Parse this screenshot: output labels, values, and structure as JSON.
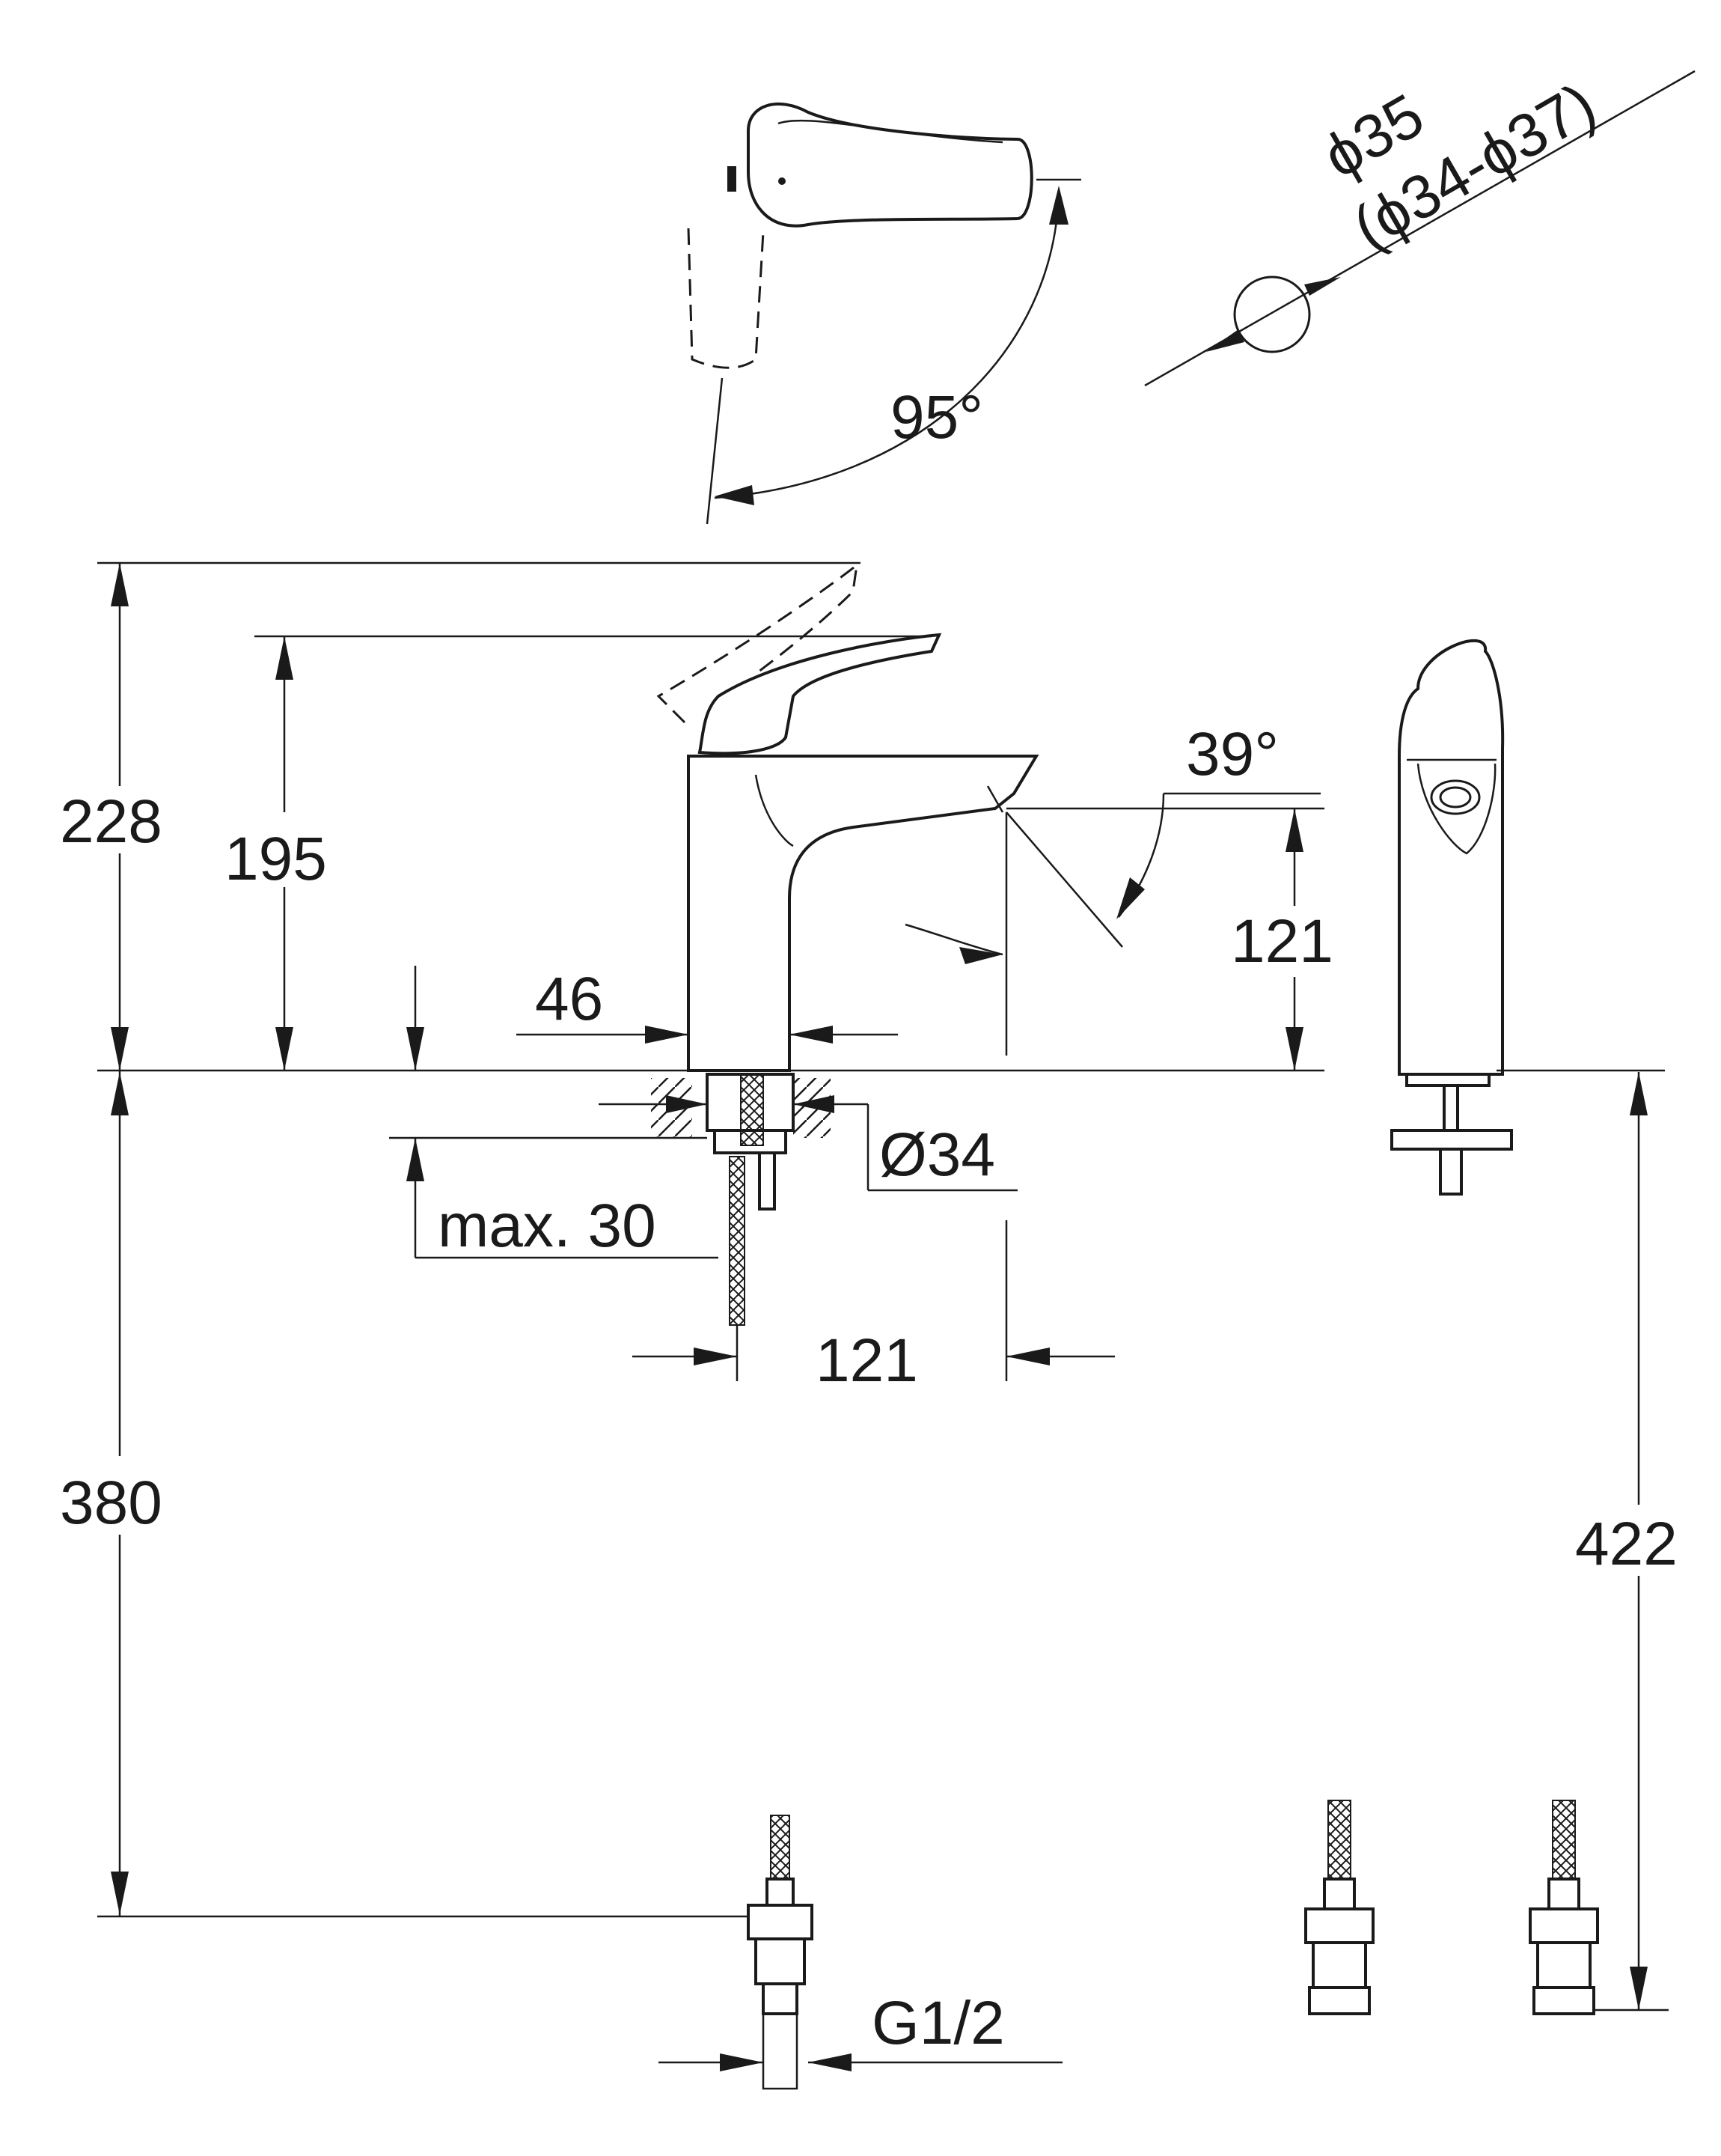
{
  "labels": {
    "diameter_main": "ϕ35",
    "diameter_range": "(ϕ34-ϕ37)",
    "swivel_angle": "95°",
    "spout_angle": "39°",
    "height_total": "228",
    "height_body": "195",
    "spout_height": "121",
    "base_width": "46",
    "hole_diameter": "Ø34",
    "max_deck": "max. 30",
    "projection": "121",
    "hose_length": "380",
    "connection_height": "422",
    "thread": "G1/2"
  },
  "colors": {
    "line": "#1a1a1a",
    "background": "#ffffff"
  }
}
